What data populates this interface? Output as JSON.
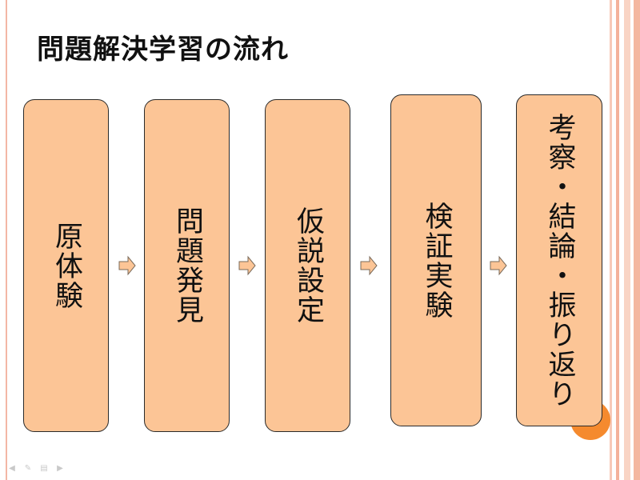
{
  "title": "問題解決学習の流れ",
  "steps": [
    {
      "label": "原体験"
    },
    {
      "label": "問題発見"
    },
    {
      "label": "仮説設定"
    },
    {
      "label": "検証実験"
    },
    {
      "label": "考察・結論・振り返り"
    }
  ],
  "colors": {
    "box_fill": "#fcc596",
    "accent_circle": "#f58a2e",
    "stripes": "#f4b29b"
  },
  "icons": {
    "arrow": "right-arrow-icon",
    "nav_prev": "prev-icon",
    "nav_pen": "pen-icon",
    "nav_menu": "menu-icon",
    "nav_next": "next-icon"
  }
}
